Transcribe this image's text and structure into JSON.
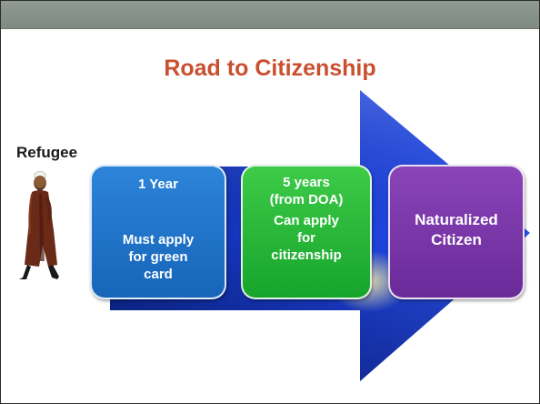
{
  "title": "Road to Citizenship",
  "colors": {
    "header_bar": "#8a958d",
    "title": "#c9502f",
    "arrow": "#1a3bd6",
    "box_blue": "#1f74c9",
    "box_green": "#22b43a",
    "box_purple": "#7a36a8"
  },
  "refugee": {
    "label": "Refugee",
    "icon": "walking-man-in-robe-icon"
  },
  "steps": [
    {
      "lines": [
        "1 Year",
        "Must apply",
        "for green",
        "card"
      ]
    },
    {
      "lines": [
        "5 years",
        "(from DOA)",
        "Can apply",
        "for",
        "citizenship"
      ]
    },
    {
      "lines": [
        "Naturalized",
        "Citizen"
      ]
    }
  ]
}
